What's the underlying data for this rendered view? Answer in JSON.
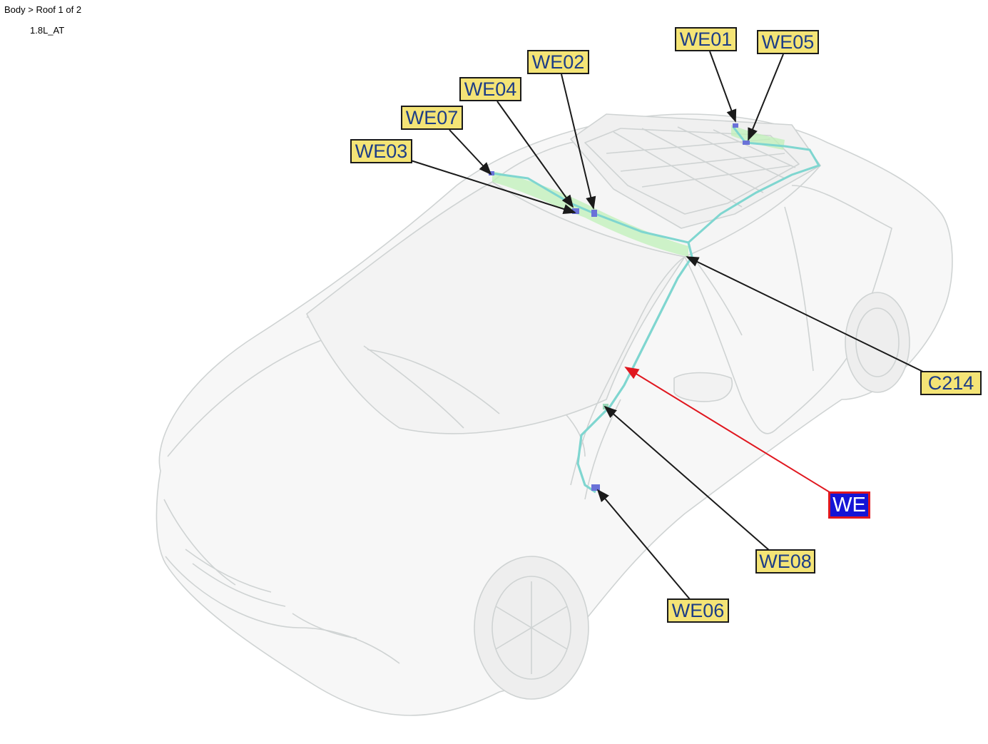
{
  "breadcrumb": "Body > Roof 1 of 2",
  "variant": "1.8L_AT",
  "colors": {
    "callout_fill": "#f4e476",
    "callout_text": "#1d3d86",
    "harness_fill": "#1414d6",
    "harness_border": "#e0171f",
    "harness_route": "#7fd6d0",
    "harness_arrow": "#e0171f",
    "leader_line": "#1a1a1a",
    "connector": "#6a72d8"
  },
  "callouts": {
    "we01": "WE01",
    "we05": "WE05",
    "we02": "WE02",
    "we04": "WE04",
    "we07": "WE07",
    "we03": "WE03",
    "c214": "C214",
    "we08": "WE08",
    "we06": "WE06"
  },
  "harness_label": "WE"
}
